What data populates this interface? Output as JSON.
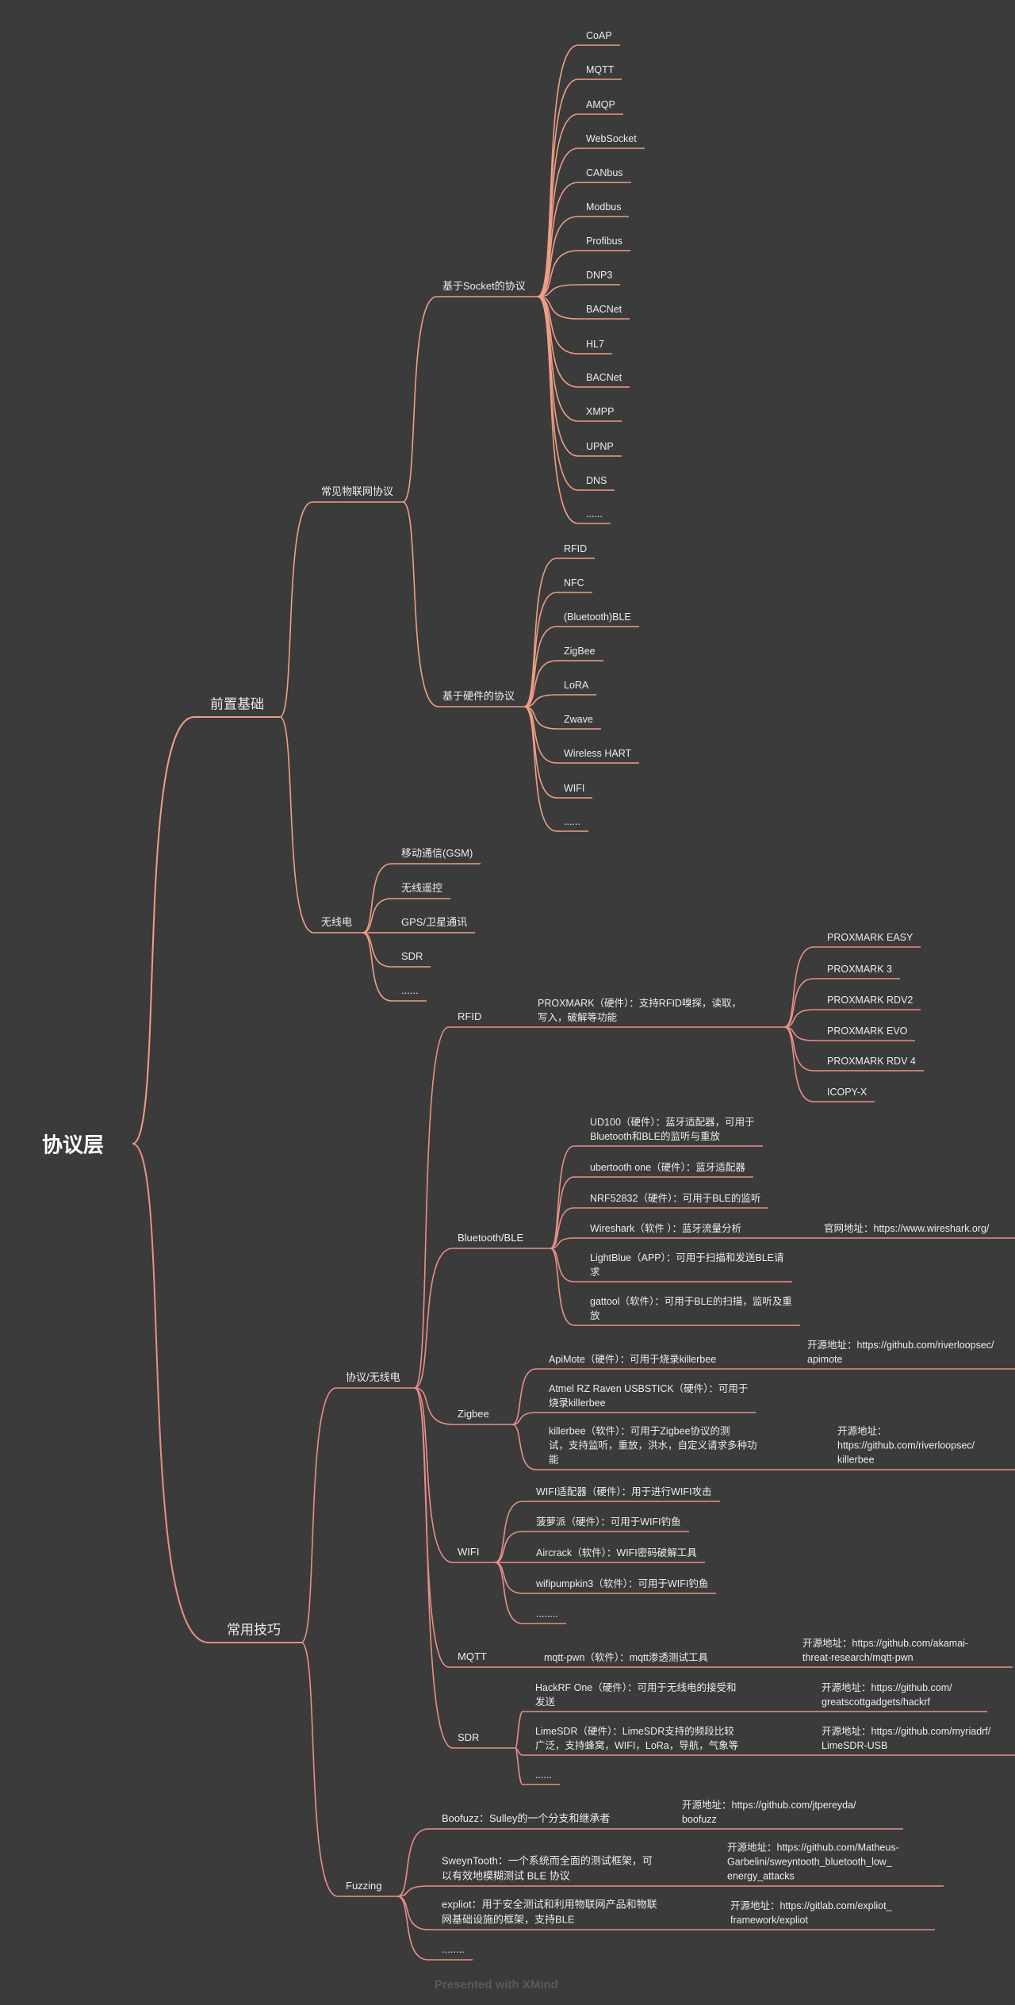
{
  "root": "协议层",
  "footer": "Presented with XMind",
  "colors": {
    "background": "#3b3b3b",
    "branch_line_1": "#ef9e86",
    "branch_line_2": "#e98f88",
    "text": "#ececec"
  },
  "branches": [
    {
      "label": "前置基础",
      "children": [
        {
          "label": "常见物联网协议",
          "children": [
            {
              "label": "基于Socket的协议",
              "children": [
                {
                  "label": "CoAP"
                },
                {
                  "label": "MQTT"
                },
                {
                  "label": "AMQP"
                },
                {
                  "label": "WebSocket"
                },
                {
                  "label": "CANbus"
                },
                {
                  "label": "Modbus"
                },
                {
                  "label": "Profibus"
                },
                {
                  "label": "DNP3"
                },
                {
                  "label": "BACNet"
                },
                {
                  "label": "HL7"
                },
                {
                  "label": "BACNet"
                },
                {
                  "label": "XMPP"
                },
                {
                  "label": "UPNP"
                },
                {
                  "label": "DNS"
                },
                {
                  "label": "......"
                }
              ]
            },
            {
              "label": "基于硬件的协议",
              "children": [
                {
                  "label": "RFID"
                },
                {
                  "label": "NFC"
                },
                {
                  "label": "(Bluetooth)BLE"
                },
                {
                  "label": "ZigBee"
                },
                {
                  "label": "LoRA"
                },
                {
                  "label": "Zwave"
                },
                {
                  "label": "Wireless HART"
                },
                {
                  "label": "WIFI"
                },
                {
                  "label": "......"
                }
              ]
            }
          ]
        },
        {
          "label": "无线电",
          "children": [
            {
              "label": "移动通信(GSM)"
            },
            {
              "label": "无线遥控"
            },
            {
              "label": "GPS/卫星通讯"
            },
            {
              "label": "SDR"
            },
            {
              "label": "......"
            }
          ]
        }
      ]
    },
    {
      "label": "常用技巧",
      "children": [
        {
          "label": "协议/无线电",
          "children": [
            {
              "label": "RFID",
              "children": [
                {
                  "label": "PROXMARK（硬件）：支持RFID嗅探，读取，\n写入，破解等功能",
                  "children": [
                    {
                      "label": "PROXMARK EASY"
                    },
                    {
                      "label": "PROXMARK 3"
                    },
                    {
                      "label": "PROXMARK RDV2"
                    },
                    {
                      "label": "PROXMARK EVO"
                    },
                    {
                      "label": "PROXMARK RDV 4"
                    },
                    {
                      "label": "ICOPY-X"
                    }
                  ]
                }
              ]
            },
            {
              "label": "Bluetooth/BLE",
              "children": [
                {
                  "label": "UD100（硬件）：蓝牙适配器，可用于\nBluetooth和BLE的监听与重放"
                },
                {
                  "label": "ubertooth one（硬件）：蓝牙适配器"
                },
                {
                  "label": "NRF52832（硬件）：可用于BLE的监听"
                },
                {
                  "label": "Wireshark（软件 ）：蓝牙流量分析",
                  "url": "官网地址：https://www.wireshark.org/"
                },
                {
                  "label": "LightBlue（APP）：可用于扫描和发送BLE请\n求"
                },
                {
                  "label": "gattool（软件）：可用于BLE的扫描，监听及重\n放"
                }
              ]
            },
            {
              "label": "Zigbee",
              "children": [
                {
                  "label": "ApiMote（硬件）：可用于烧录killerbee",
                  "url": "开源地址：https://github.com/riverloopsec/\napimote"
                },
                {
                  "label": "Atmel RZ Raven USBSTICK（硬件）：可用于\n烧录killerbee"
                },
                {
                  "label": "killerbee（软件）：可用于Zigbee协议的测\n试，支持监听，重放，洪水，自定义请求多种功\n能",
                  "url": "开源地址：https://github.com/riverloopsec/\nkillerbee"
                }
              ]
            },
            {
              "label": "WIFI",
              "children": [
                {
                  "label": "WIFI适配器（硬件）：用于进行WIFI攻击"
                },
                {
                  "label": "菠萝派（硬件）：可用于WIFI钓鱼"
                },
                {
                  "label": "Aircrack（软件）：WIFI密码破解工具"
                },
                {
                  "label": "wifipumpkin3（软件）：可用于WIFI钓鱼"
                },
                {
                  "label": "........"
                }
              ]
            },
            {
              "label": "MQTT",
              "children": [
                {
                  "label": "mqtt-pwn（软件）：mqtt渗透测试工具",
                  "url": "开源地址：https://github.com/akamai-\nthreat-research/mqtt-pwn"
                }
              ]
            },
            {
              "label": "SDR",
              "children": [
                {
                  "label": "HackRF One（硬件）：可用于无线电的接受和\n发送",
                  "url": "开源地址：https://github.com/\ngreatscottgadgets/hackrf"
                },
                {
                  "label": "LimeSDR（硬件）：LimeSDR支持的频段比较\n广泛，支持蜂窝，WIFI，LoRa，导航，气象等",
                  "url": "开源地址：https://github.com/myriadrf/\nLimeSDR-USB"
                },
                {
                  "label": "......"
                }
              ]
            }
          ]
        },
        {
          "label": "Fuzzing",
          "children": [
            {
              "label": "Boofuzz：Sulley的一个分支和继承者",
              "url": "开源地址：https://github.com/jtpereyda/\nboofuzz"
            },
            {
              "label": "SweynTooth：一个系统而全面的测试框架，可\n以有效地模糊测试 BLE 协议",
              "url": "开源地址：https://github.com/Matheus-\nGarbelini/sweyntooth_bluetooth_low_\nenergy_attacks"
            },
            {
              "label": "expliot：用于安全测试和利用物联网产品和物联\n网基础设施的框架，支持BLE",
              "url": "开源地址：https://gitlab.com/expliot_\nframework/expliot"
            },
            {
              "label": "........"
            }
          ]
        }
      ]
    }
  ]
}
